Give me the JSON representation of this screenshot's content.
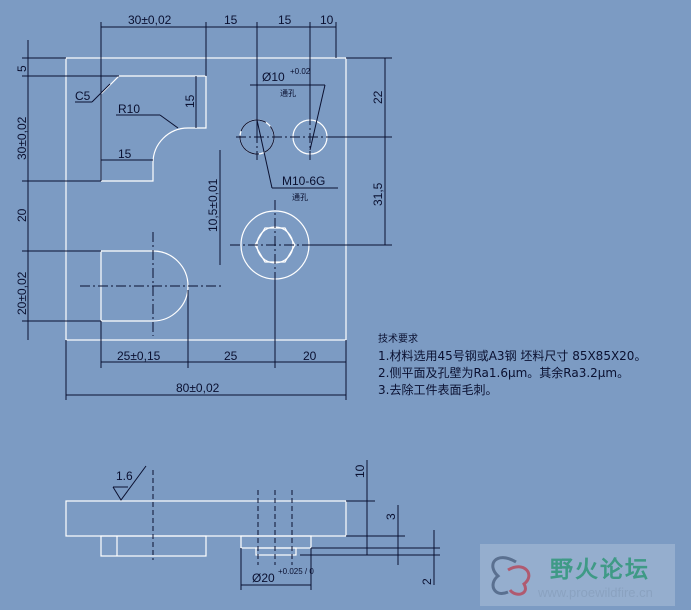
{
  "dimensions": {
    "top_30": "30±0,02",
    "top_15a": "15",
    "top_15b": "15",
    "top_10": "10",
    "left_5": "5",
    "left_30": "30±0,02",
    "left_20": "20",
    "left_20b": "20±0,02",
    "chamfer": "C5",
    "radius": "R10",
    "pocket_15v": "15",
    "pocket_15h": "15",
    "hole_dia": "Ø10",
    "hole_dia_tol": "+0.02",
    "hole_note": "通孔",
    "thread": "M10-6G",
    "thread_note": "通孔",
    "vert_10_5": "10,5±0,01",
    "right_22": "22",
    "right_31_5": "31,5",
    "bottom_25_15": "25±0,15",
    "bottom_25": "25",
    "bottom_20": "20",
    "overall_80": "80±0,02",
    "roughness": "1.6",
    "side_10": "10",
    "side_3": "3",
    "side_2": "2",
    "boss_dia": "Ø20",
    "boss_tol": "+0.025 / 0"
  },
  "notes": {
    "title": "技术要求",
    "items": [
      "1.材料选用45号钢或A3钢  坯料尺寸 85X85X20。",
      "2.侧平面及孔壁为Ra1.6μm。其余Ra3.2μm。",
      "3.去除工件表面毛刺。"
    ]
  },
  "watermark": {
    "name": "野火论坛",
    "url": "www.proewildfire.cn"
  }
}
